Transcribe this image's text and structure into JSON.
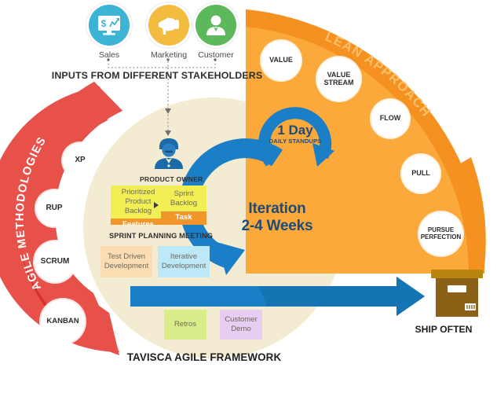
{
  "title": "TAVISCA AGILE FRAMEWORK",
  "colors": {
    "red_outer": "#d6312b",
    "red_inner": "#e8504a",
    "orange_outer": "#f59120",
    "orange_inner": "#fba93a",
    "cream": "#f4ecd2",
    "blue": "#1a7fc6",
    "blue_dark_text": "#1e4b79",
    "box_brown": "#8a6116",
    "box_lid": "#b8860f"
  },
  "stakeholders": {
    "caption": "INPUTS FROM DIFFERENT STAKEHOLDERS",
    "items": [
      {
        "label": "Sales",
        "icon": "monitor-chart-icon",
        "color": "#3cb4d6"
      },
      {
        "label": "Marketing",
        "icon": "megaphone-icon",
        "color": "#f4bc3f"
      },
      {
        "label": "Customer",
        "icon": "person-icon",
        "color": "#5bb85b"
      }
    ]
  },
  "left_arc": {
    "label": "AGILE METHODOLOGIES",
    "bubbles": [
      {
        "label": "XP"
      },
      {
        "label": "RUP"
      },
      {
        "label": "SCRUM"
      },
      {
        "label": "KANBAN"
      }
    ]
  },
  "right_arc": {
    "label": "LEAN APPROACH",
    "bubbles": [
      {
        "label": "VALUE"
      },
      {
        "label": "VALUE STREAM"
      },
      {
        "label": "FLOW"
      },
      {
        "label": "PULL"
      },
      {
        "label": "PURSUE PERFECTION"
      }
    ]
  },
  "center": {
    "product_owner": {
      "label": "PRODUCT OWNER",
      "icon": "product-owner-icon"
    },
    "sprint_planning_label": "SPRINT PLANNING MEETING",
    "cards": [
      {
        "id": "backlog",
        "body": "Prioritized Product Backlog",
        "foot": "Features"
      },
      {
        "id": "sprint_backlog",
        "body": "Sprint Backlog",
        "foot": "Task"
      },
      {
        "id": "tdd",
        "body": "Test Driven Development",
        "foot": ""
      },
      {
        "id": "iterative",
        "body": "Iterative Development",
        "foot": ""
      },
      {
        "id": "retros",
        "body": "Retros",
        "foot": ""
      },
      {
        "id": "demo",
        "body": "Customer Demo",
        "foot": ""
      }
    ],
    "iteration": {
      "line1": "Iteration",
      "line2": "2-4 Weeks"
    },
    "standup": {
      "big": "1 Day",
      "small": "DAILY STANDUPS"
    }
  },
  "output": {
    "label": "SHIP OFTEN",
    "icon": "shipping-box-icon"
  }
}
